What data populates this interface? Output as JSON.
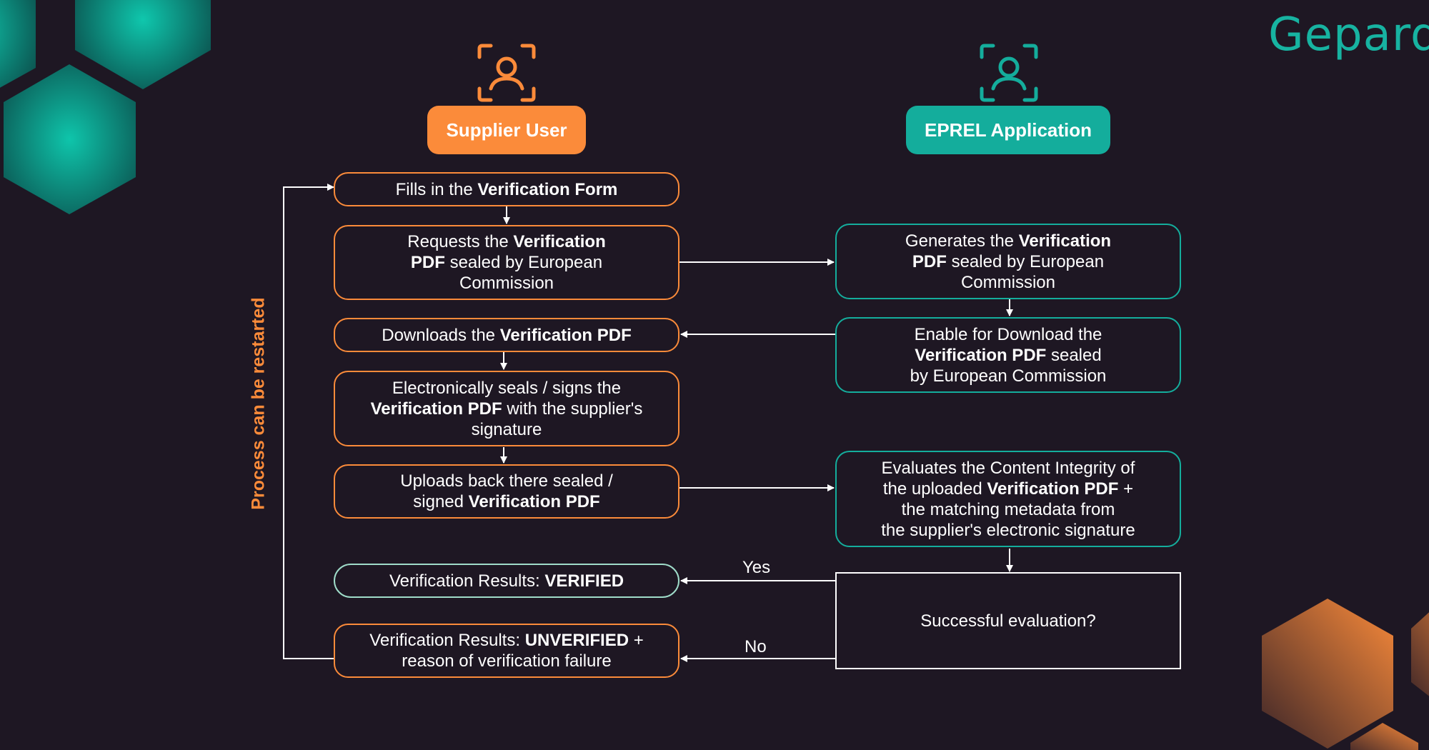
{
  "brand": {
    "logo_text": "Gepard"
  },
  "roles": {
    "supplier": {
      "label": "Supplier User",
      "icon": "user-scan-icon",
      "color": "#fb8b3a"
    },
    "eprel": {
      "label": "EPREL Application",
      "icon": "user-scan-icon",
      "color": "#14ad9c"
    }
  },
  "steps": {
    "fill_form": {
      "pre": "Fills in the ",
      "bold": "Verification Form"
    },
    "request_pdf": {
      "line1_pre": "Requests the ",
      "line1_bold": "Verification",
      "line2_bold": "PDF",
      "line2_post": " sealed by European",
      "line3": "Commission"
    },
    "download_pdf": {
      "pre": "Downloads the ",
      "bold": "Verification PDF"
    },
    "seal_sign": {
      "line1": "Electronically seals / signs the",
      "line2_bold": "Verification PDF",
      "line2_post": " with the supplier's",
      "line3": "signature"
    },
    "upload_back": {
      "line1": "Uploads back there sealed /",
      "line2_pre": "signed ",
      "line2_bold": "Verification PDF"
    },
    "result_verified": {
      "pre": "Verification Results: ",
      "bold": "VERIFIED"
    },
    "result_unverified": {
      "line1_pre": "Verification Results: ",
      "line1_bold": "UNVERIFIED",
      "line1_post": " +",
      "line2": "reason of verification failure"
    },
    "generate_pdf": {
      "line1_pre": "Generates the ",
      "line1_bold": "Verification",
      "line2_bold": "PDF",
      "line2_post": " sealed by European",
      "line3": "Commission"
    },
    "enable_download": {
      "line1": "Enable for Download the",
      "line2_bold": "Verification PDF",
      "line2_post": " sealed",
      "line3": "by European Commission"
    },
    "evaluate": {
      "line1": "Evaluates the Content Integrity of",
      "line2_pre": "the uploaded ",
      "line2_bold": "Verification PDF",
      "line2_post": " +",
      "line3": "the matching metadata from",
      "line4": "the supplier's electronic signature"
    },
    "decision": {
      "label": "Successful evaluation?"
    }
  },
  "edges": {
    "yes_label": "Yes",
    "no_label": "No"
  },
  "loop": {
    "label": "Process can be restarted"
  },
  "colors": {
    "background": "#1e1723",
    "supplier_accent": "#fb8b3a",
    "eprel_accent": "#14ad9c",
    "verified_border": "#9fdcc9",
    "text": "#ffffff"
  }
}
